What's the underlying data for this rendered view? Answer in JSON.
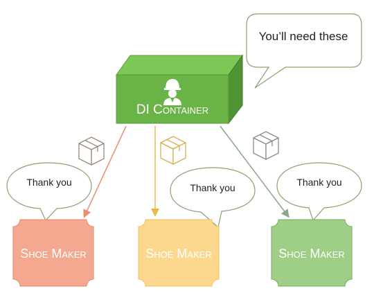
{
  "container": {
    "line1": "DI",
    "line2": "Container"
  },
  "container_bubble": {
    "text": "You’ll need these"
  },
  "makers": [
    {
      "label": "Shoe Maker",
      "reply": "Thank you",
      "color": "#f3a88f",
      "stroke": "#e4866a",
      "arrow": "#e79070"
    },
    {
      "label": "Shoe Maker",
      "reply": "Thank you",
      "color": "#fbd88e",
      "stroke": "#eec05a",
      "arrow": "#e9b84a"
    },
    {
      "label": "Shoe Maker",
      "reply": "Thank you",
      "color": "#9fce86",
      "stroke": "#6fae55",
      "arrow": "#8aa58a"
    }
  ],
  "colors": {
    "container_front": "#6ab347",
    "container_top": "#7dc957",
    "container_side": "#4f9334",
    "container_text": "#ffffff",
    "bubble_border": "#8aa070"
  },
  "icons": {
    "worker": "worker-helmet-icon",
    "package": "package-box-icon"
  }
}
